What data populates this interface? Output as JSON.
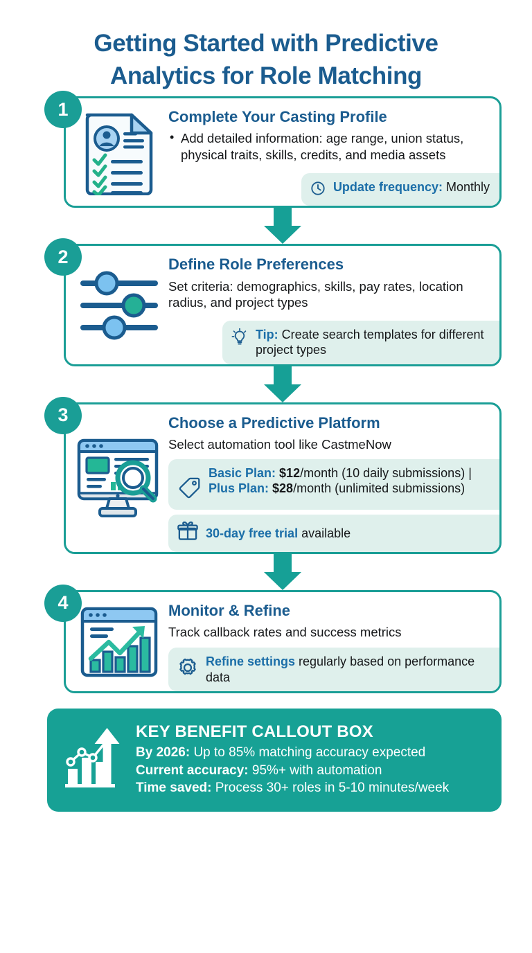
{
  "title": "Getting Started with Predictive Analytics for Role Matching",
  "colors": {
    "teal": "#17a195",
    "blue": "#1b5c8f",
    "band_bg": "#dff0ec",
    "text": "#16181a"
  },
  "steps": [
    {
      "number": "1",
      "icon": "document-profile-checklist-icon",
      "title": "Complete Your Casting Profile",
      "bullets": [
        "Add detailed information: age range, union status, physical traits, skills, credits, and media assets"
      ],
      "desc": "",
      "bands": [
        {
          "icon": "clock-icon",
          "label": "Update frequency:",
          "value": " Monthly",
          "align": "right"
        }
      ]
    },
    {
      "number": "2",
      "icon": "sliders-icon",
      "title": "Define Role Preferences",
      "bullets": [],
      "desc": "Set criteria: demographics, skills, pay rates, location radius, and project types",
      "bands": [
        {
          "icon": "lightbulb-icon",
          "label": "Tip:",
          "value": " Create search templates for different project types",
          "align": "right"
        }
      ]
    },
    {
      "number": "3",
      "icon": "monitor-dashboard-search-icon",
      "title": "Choose a Predictive Platform",
      "bullets": [],
      "desc": "Select automation tool like CastmeNow",
      "bands": [
        {
          "icon": "price-tag-icon",
          "label": "Basic Plan:",
          "value_bold_1": " $12",
          "value_mid": "/month (10 daily submissions) | ",
          "label_2": "Plus Plan:",
          "value_bold_2": " $28",
          "value_end": "/month (unlimited submissions)",
          "align": "full"
        },
        {
          "icon": "gift-icon",
          "label": "30-day free trial",
          "value": " available",
          "align": "full"
        }
      ]
    },
    {
      "number": "4",
      "icon": "growth-chart-window-icon",
      "title": "Monitor & Refine",
      "bullets": [],
      "desc": "Track callback rates and success metrics",
      "bands": [
        {
          "icon": "gear-icon",
          "label": "Refine settings",
          "value": " regularly based on performance data",
          "align": "full"
        }
      ]
    }
  ],
  "callout": {
    "icon": "bar-chart-arrow-up-icon",
    "title": "KEY BENEFIT CALLOUT BOX",
    "lines": [
      {
        "label": "By 2026:",
        "value": " Up to 85% matching accuracy expected"
      },
      {
        "label": "Current accuracy:",
        "value": " 95%+ with automation"
      },
      {
        "label": "Time saved:",
        "value": " Process 30+ roles in 5-10 minutes/week"
      }
    ]
  }
}
